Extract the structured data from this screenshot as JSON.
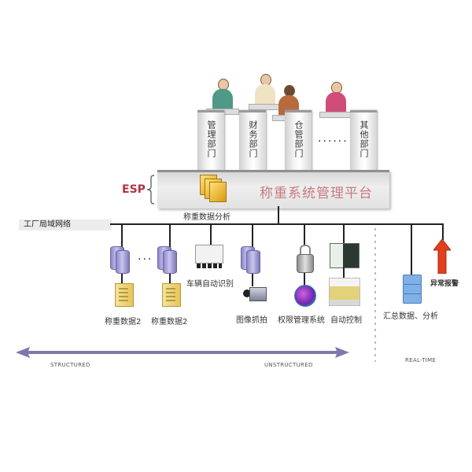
{
  "departments": [
    {
      "label": "管理部门"
    },
    {
      "label": "财务部门"
    },
    {
      "label": "仓管部门"
    },
    {
      "label": "......"
    },
    {
      "label": "其他部门"
    }
  ],
  "platform": {
    "tag": "ESP",
    "title": "称重系统管理平台",
    "analysis_label": "称重数据分析"
  },
  "network": {
    "label": "工厂局域网络"
  },
  "nodes": {
    "weigh_data_1": "称重数据2",
    "ellipsis": "···",
    "weigh_data_2": "称重数据2",
    "vehicle_id": "车辆自动识别",
    "image_capture": "图像抓拍",
    "access_mgmt": "权限管理系统",
    "auto_control": "自动控制",
    "summary": "汇总数据、分析",
    "alarm": "异常报警"
  },
  "axis": {
    "left": "STRUCTURED",
    "right": "UNSTRUCTURED",
    "realtime": "REAL-TIME",
    "arrow_color": "#7c7aa8"
  },
  "colors": {
    "esp": "#b03545",
    "platform_title": "#c87a7f",
    "alarm": "#e0401e",
    "db": "#8c87c8",
    "summary_stack": "#7fb0e8"
  }
}
